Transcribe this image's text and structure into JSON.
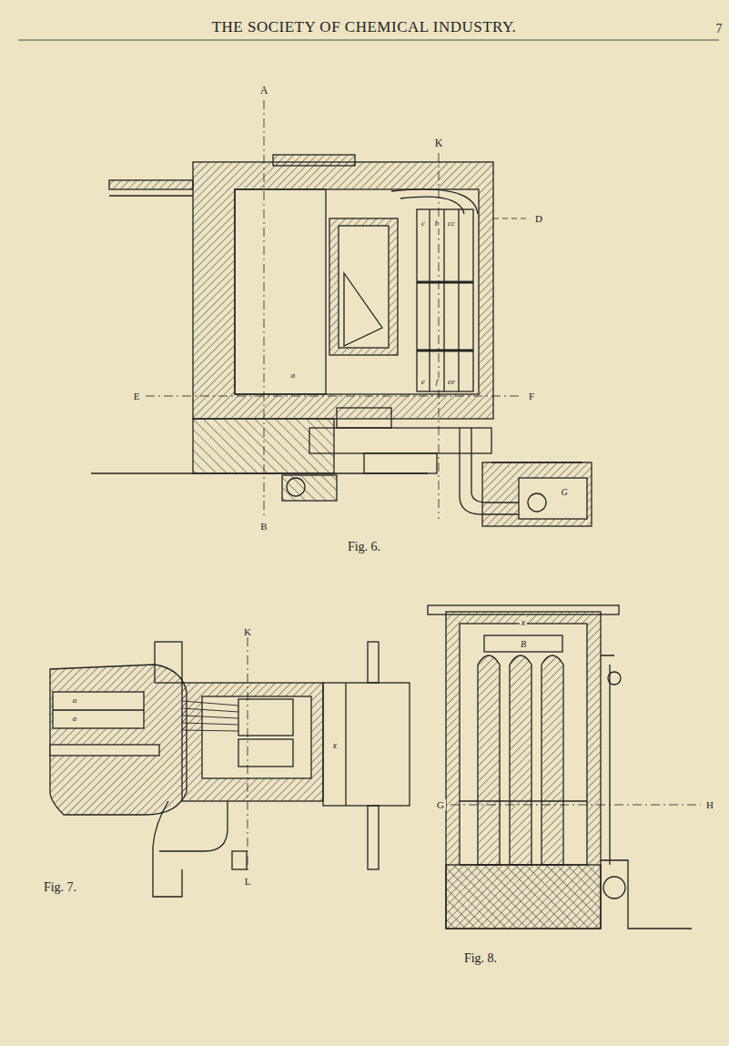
{
  "diagram": {
    "labels": [
      "THE SOCIETY OF CHEMICAL INDUSTRY.",
      "7",
      "A",
      "K",
      "D",
      "E",
      "F",
      "B",
      "Fig. 6.",
      "K",
      "L",
      "Fig. 7.",
      "G",
      "H",
      "B",
      "Fig. 8.",
      "a",
      "c",
      "b",
      "cc",
      "e",
      "f",
      "ee",
      "G",
      "a",
      "a",
      "x",
      "x"
    ]
  }
}
